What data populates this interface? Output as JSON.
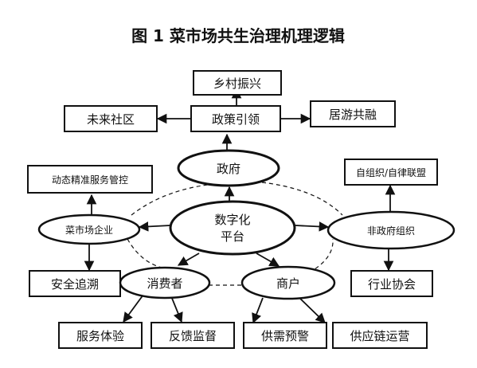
{
  "title": "图 1  菜市场共生治理机理逻辑",
  "nodes": {
    "rural_revitalization": "乡村振兴",
    "policy_guidance": "政策引领",
    "future_community": "未来社区",
    "living_travel": "居游共融",
    "government": "政府",
    "dynamic_control": "动态精准服务管控",
    "self_org": "自组织/自律联盟",
    "market_enterprise": "菜市场企业",
    "digital_platform_line1": "数字化",
    "digital_platform_line2": "平台",
    "ngo": "非政府组织",
    "traceability": "安全追溯",
    "industry_assoc": "行业协会",
    "consumer": "消费者",
    "merchant": "商户",
    "service_experience": "服务体验",
    "feedback_supervision": "反馈监督",
    "supply_warning": "供需预警",
    "supply_chain_ops": "供应链运营"
  }
}
